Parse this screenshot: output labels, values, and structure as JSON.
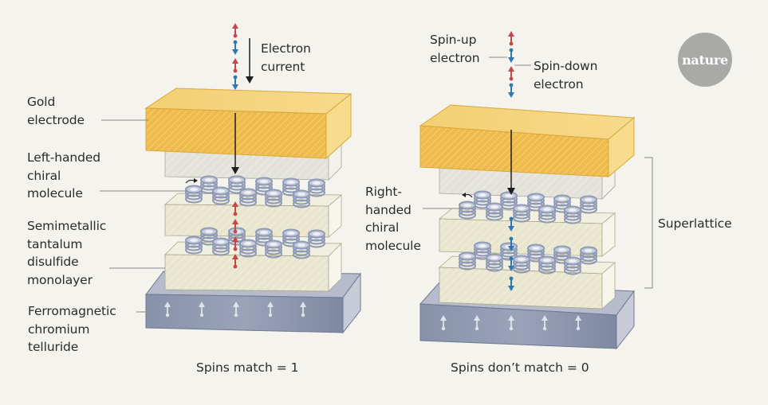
{
  "logo": {
    "text": "nature",
    "color": "#a9a9a7"
  },
  "colors": {
    "background": "#f4f3ee",
    "gold": "#f2c65a",
    "gold_front": "#eeb748",
    "layer": "#ebe8d2",
    "ferromagnet": "#8e97ad",
    "spin_up": "#c8454d",
    "spin_down": "#2d77b2",
    "current_arrow": "#1e1e1e",
    "molecule": "#8f9ab4"
  },
  "left_panel": {
    "labels": {
      "electron_current": "Electron\ncurrent",
      "gold_electrode": "Gold\nelectrode",
      "left_handed": "Left-handed\nchiral\nmolecule",
      "tantalum": "Semimetallic\ntantalum\ndisulfide\nmonolayer",
      "ferromagnetic": "Ferromagnetic\nchromium\ntelluride"
    },
    "incoming_spins": [
      "up",
      "down",
      "up",
      "down"
    ],
    "transmitted_spins": [
      "up",
      "up",
      "up",
      "up"
    ],
    "caption": "Spins match = 1"
  },
  "right_panel": {
    "labels": {
      "spin_up": "Spin-up\nelectron",
      "spin_down": "Spin-down\nelectron",
      "right_handed": "Right-\nhanded\nchiral\nmolecule",
      "superlattice": "Superlattice"
    },
    "incoming_spins": [
      "up",
      "down",
      "up",
      "down"
    ],
    "transmitted_spins": [
      "down",
      "down",
      "down",
      "down"
    ],
    "caption": "Spins don’t match = 0"
  }
}
